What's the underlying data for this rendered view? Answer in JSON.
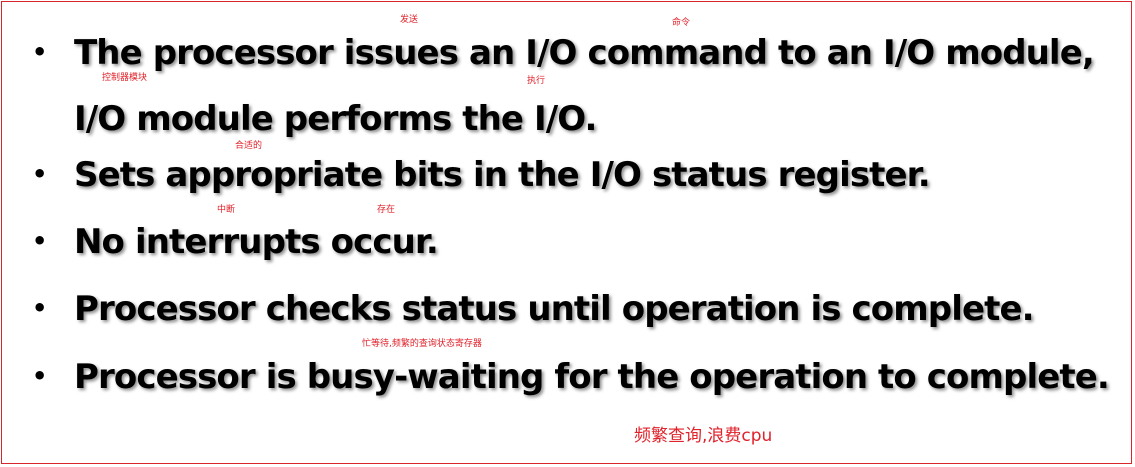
{
  "bullets": [
    {
      "text": "The processor issues an I/O command to an I/O module, I/O module performs the I/O."
    },
    {
      "text": "Sets appropriate bits in the I/O status register."
    },
    {
      "text": "No interrupts occur."
    },
    {
      "text": "Processor checks status until operation is complete."
    },
    {
      "text": "Processor is busy-waiting for the operation to complete."
    }
  ],
  "bullet_symbol": "•",
  "annotations": {
    "fasong": "发送",
    "mingling": "命令",
    "kongzhiqi": "控制器模块",
    "zhixing": "执行",
    "heshi": "合适的",
    "zhongduan": "中断",
    "cunzai": "存在",
    "mangdeng": "忙等待,频繁的查询状态寄存器",
    "pinfan": "频繁查询,浪费cpu"
  },
  "colors": {
    "border": "#d9262c",
    "annotation": "#e0222a",
    "text": "#000000"
  }
}
